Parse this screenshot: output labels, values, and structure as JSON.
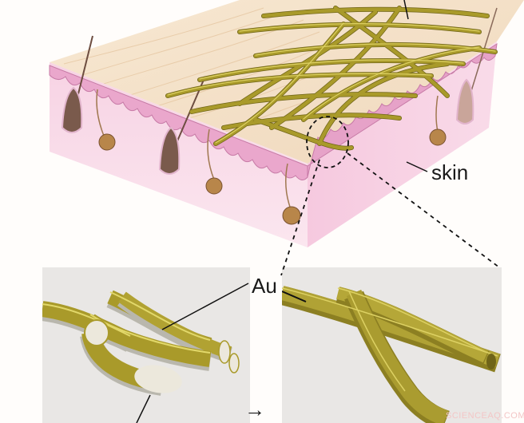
{
  "figure": {
    "labels": {
      "skin": "skin",
      "au": "Au"
    },
    "watermark": "SCIENCEAQ.COM",
    "arrow": "→",
    "panels": [
      {
        "id": "before",
        "description": "Gold-coated fibres with exposed cross-sections (polymer core)"
      },
      {
        "id": "after",
        "description": "Hollow gold shells after core removal"
      }
    ],
    "colors": {
      "background": "#fffdfb",
      "skin_side": "#f9dcea",
      "skin_top": "#f5e3cc",
      "epidermis": "#eaa7cc",
      "gold": "#a99a2a",
      "gold_highlight": "#d8cc5a",
      "gold_shadow": "#6f6418",
      "panel_bg": "#e9e7e5",
      "fiber_core": "#ece8dc",
      "hair": "#7a5a4c",
      "gland": "#b8864a"
    }
  }
}
